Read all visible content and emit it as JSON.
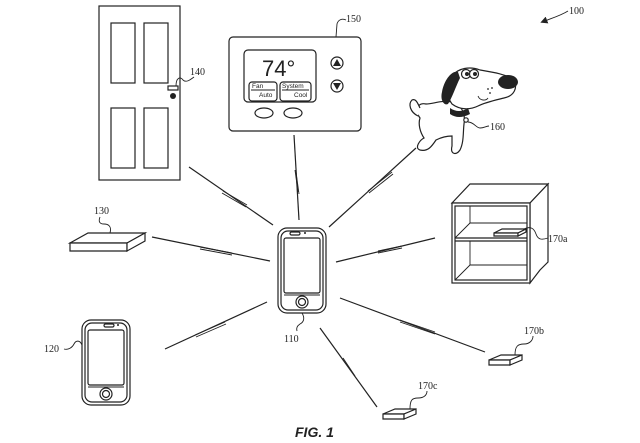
{
  "figure": {
    "caption": "FIG. 1",
    "system_ref": "100"
  },
  "devices": {
    "central_phone": {
      "ref": "110"
    },
    "phone": {
      "ref": "120"
    },
    "sensor": {
      "ref": "130"
    },
    "door": {
      "ref": "140"
    },
    "thermostat": {
      "ref": "150",
      "temperature": "74°",
      "fan_label": "Fan",
      "fan_value": "Auto",
      "system_label": "System",
      "system_value": "Cool"
    },
    "dog": {
      "ref": "160"
    },
    "tag_shelf": {
      "ref": "170a"
    },
    "tag_floor_b": {
      "ref": "170b"
    },
    "tag_floor_c": {
      "ref": "170c"
    }
  }
}
